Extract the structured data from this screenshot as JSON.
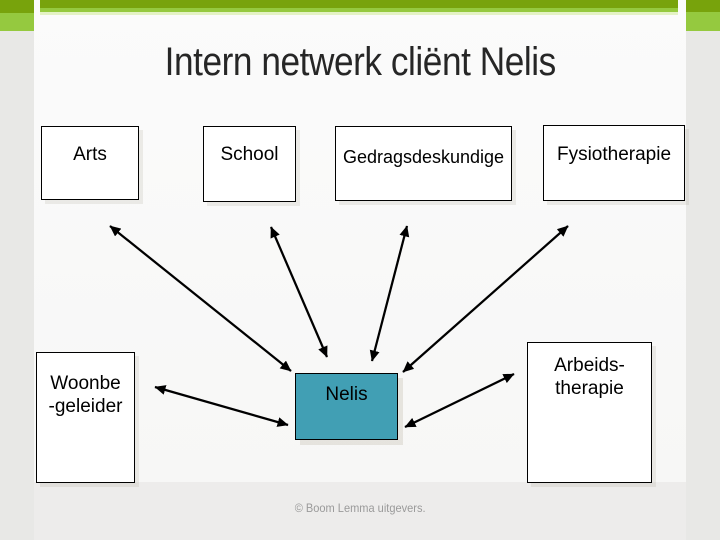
{
  "slide": {
    "title": "Intern netwerk cliënt Nelis",
    "footer": "© Boom Lemma uitgevers."
  },
  "nodes": {
    "arts": {
      "label": "Arts"
    },
    "school": {
      "label": "School"
    },
    "gedragsdeskundige": {
      "label": "Gedragsdeskundige"
    },
    "fysiotherapie": {
      "label": "Fysiotherapie"
    },
    "woonbegeleider": {
      "line1": "Woonbe",
      "line2": "-geleider"
    },
    "nelis": {
      "label": "Nelis"
    },
    "arbeidstherapie": {
      "line1": "Arbeids-",
      "line2": "therapie"
    }
  },
  "edges": [
    {
      "from": "arts",
      "to": "nelis",
      "style": "double-arrow"
    },
    {
      "from": "school",
      "to": "nelis",
      "style": "double-arrow"
    },
    {
      "from": "gedragsdeskundige",
      "to": "nelis",
      "style": "double-arrow"
    },
    {
      "from": "fysiotherapie",
      "to": "nelis",
      "style": "double-arrow"
    },
    {
      "from": "woonbegeleider",
      "to": "nelis",
      "style": "double-arrow"
    },
    {
      "from": "arbeidstherapie",
      "to": "nelis",
      "style": "double-arrow"
    }
  ],
  "colors": {
    "accent_dark": "#78a30c",
    "accent_light": "#95c93f",
    "accent_pale": "#e4f2c5",
    "nelis_fill": "#419fb4",
    "outer_bg": "#e8e8e6",
    "footer_band_bg": "#edeceb",
    "title_color": "#262626",
    "arrow_color": "#000000",
    "node_border": "#000000",
    "copyright_color": "#9a9a9a"
  }
}
